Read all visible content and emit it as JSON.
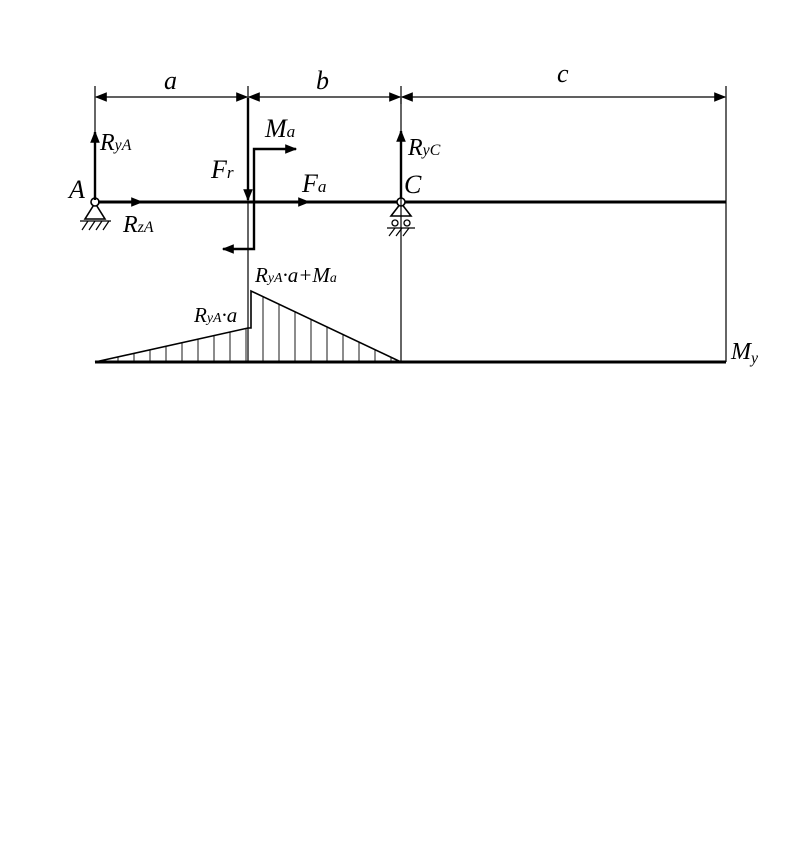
{
  "dimensions": {
    "a": "a",
    "b": "b",
    "c": "c"
  },
  "points": {
    "A": "A",
    "C": "C"
  },
  "forces": {
    "RyA": {
      "main": "R",
      "sub": "yA"
    },
    "RzA": {
      "main": "R",
      "sub": "zA"
    },
    "RyC": {
      "main": "R",
      "sub": "yC"
    },
    "Ma": {
      "main": "M",
      "sub": "a"
    },
    "Fr": {
      "main": "F",
      "sub": "r"
    },
    "Fa": {
      "main": "F",
      "sub": "a"
    }
  },
  "moment_diagram": {
    "axis_label": {
      "main": "M",
      "sub": "y"
    },
    "left_value": {
      "main": "R",
      "sub": "yA",
      "rest": "·a"
    },
    "right_value": {
      "main": "R",
      "sub": "yA",
      "mid": "·a+M",
      "sub2": "a"
    }
  }
}
